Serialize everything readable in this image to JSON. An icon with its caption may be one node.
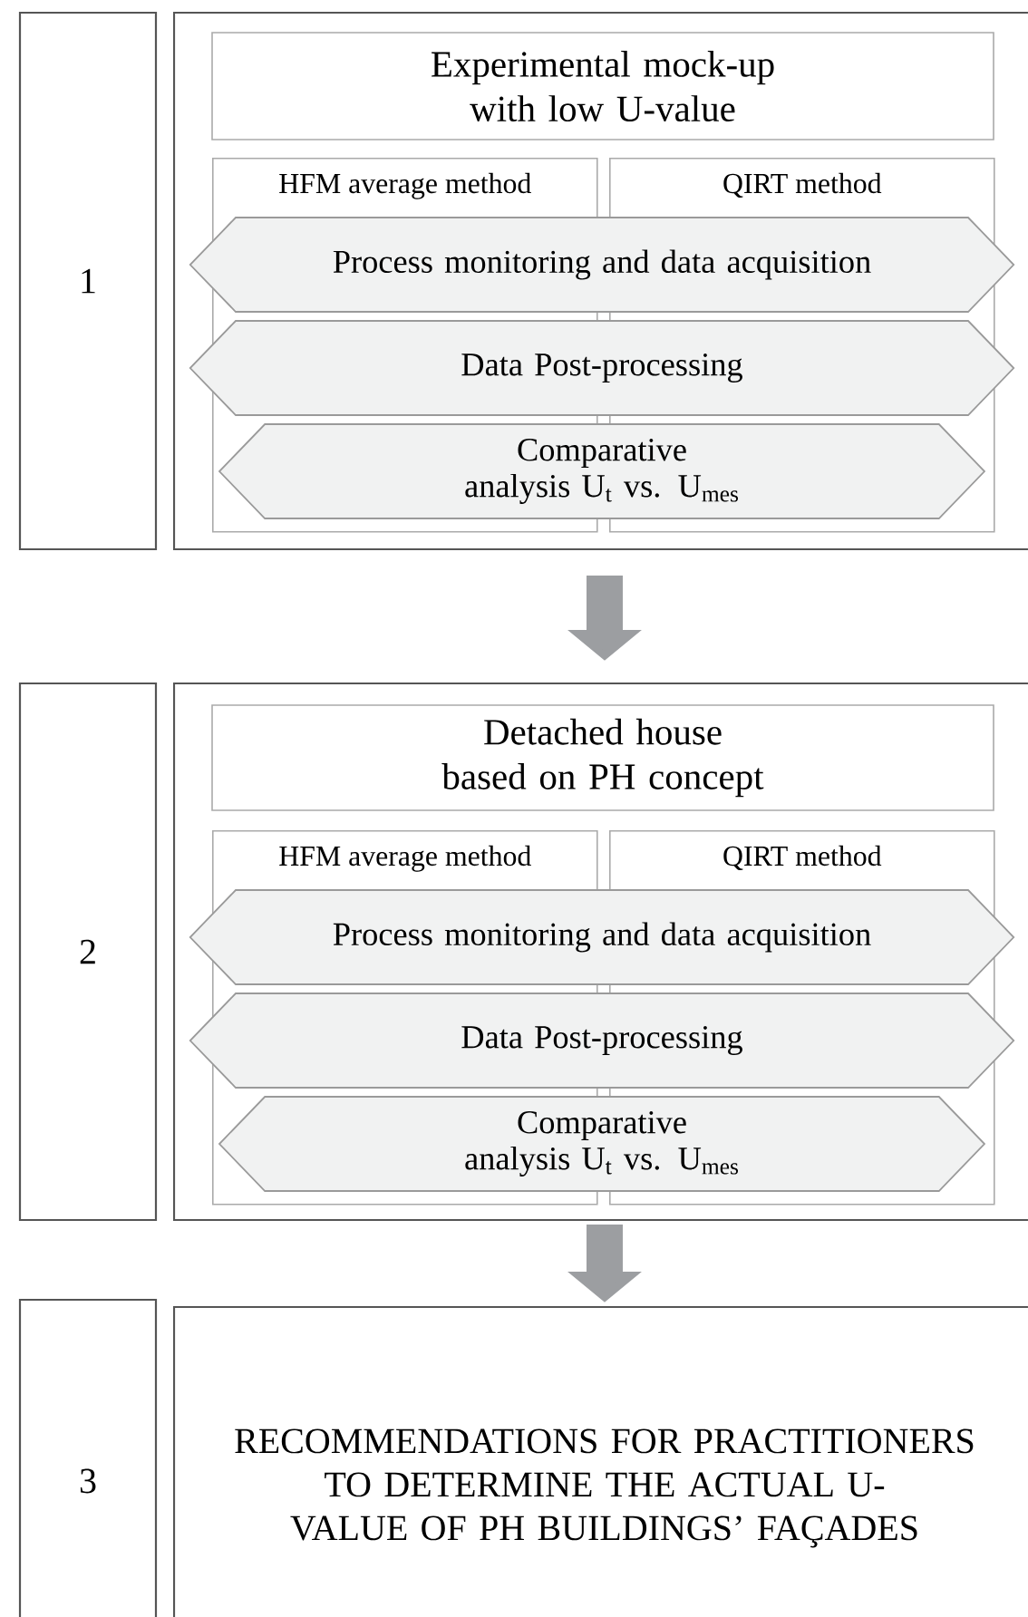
{
  "diagram": {
    "nodes": [
      {
        "text": [
          "1"
        ]
      },
      {
        "text": [],
        "shape": "box"
      },
      {
        "text": [
          "Experimental mock-up with low U-value"
        ],
        "in": 1
      },
      {
        "text": [
          "HFM average method"
        ],
        "in": 1
      },
      {
        "text": [
          "QIRT method"
        ],
        "in": 1
      },
      {
        "text": [
          "Process monitoring and data acquisition"
        ],
        "in": 1
      },
      {
        "text": [
          "Data Post-processing"
        ],
        "in": 1
      },
      {
        "text": [
          "Comparative analysis U$_{t}$ vs. U$_{mes}$"
        ],
        "in": 1
      },
      {
        "text": [
          "2"
        ]
      },
      {
        "text": [],
        "shape": "box"
      },
      {
        "text": [
          "Detached house based on PH concept"
        ],
        "in": 9
      },
      {
        "text": [
          "HFM average method"
        ],
        "in": 9
      },
      {
        "text": [
          "QIRT method"
        ],
        "in": 9
      },
      {
        "text": [
          "Process monitoring and data acquisition"
        ],
        "in": 9
      },
      {
        "text": [
          "Data Post-processing"
        ],
        "in": 9
      },
      {
        "text": [
          "Comparative analysis U$_{t}$ vs. U$_{mes}$"
        ],
        "in": 9
      },
      {
        "text": [
          "3"
        ]
      },
      {
        "text": [
          "RECOMMENDATIONS FOR PRACTITIONERS TO DETERMINE THE ACTUAL U-VALUE OF PH BUILDINGS’ FAÇADES"
        ]
      }
    ],
    "edges": [
      {
        "from": 1,
        "to": 9,
        "arrow": "to"
      },
      {
        "from": 9,
        "to": 17,
        "arrow": "to"
      }
    ]
  }
}
